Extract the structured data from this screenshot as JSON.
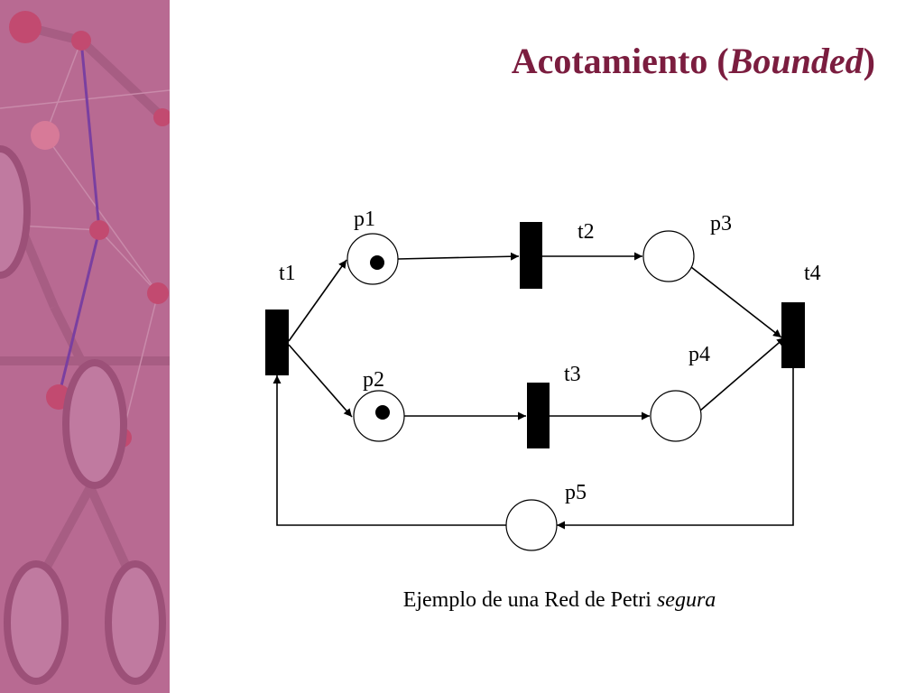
{
  "title": {
    "prefix": "Acotamiento (",
    "emphasis": "Bounded",
    "suffix": ")"
  },
  "caption": {
    "prefix": "Ejemplo de una Red de Petri ",
    "emphasis": "segura"
  },
  "diagram": {
    "places": [
      {
        "label": "p1",
        "tokens": 1
      },
      {
        "label": "p2",
        "tokens": 1
      },
      {
        "label": "p3",
        "tokens": 0
      },
      {
        "label": "p4",
        "tokens": 0
      },
      {
        "label": "p5",
        "tokens": 0
      }
    ],
    "transitions": [
      {
        "label": "t1"
      },
      {
        "label": "t2"
      },
      {
        "label": "t3"
      },
      {
        "label": "t4"
      }
    ],
    "arcs": [
      {
        "from": "t1",
        "to": "p1"
      },
      {
        "from": "t1",
        "to": "p2"
      },
      {
        "from": "p1",
        "to": "t2"
      },
      {
        "from": "p2",
        "to": "t3"
      },
      {
        "from": "t2",
        "to": "p3"
      },
      {
        "from": "t3",
        "to": "p4"
      },
      {
        "from": "p3",
        "to": "t4"
      },
      {
        "from": "p4",
        "to": "t4"
      },
      {
        "from": "t4",
        "to": "p5"
      },
      {
        "from": "p5",
        "to": "t1"
      }
    ]
  },
  "colors": {
    "title": "#7b1d3f",
    "sidebar": "#b86a92"
  }
}
